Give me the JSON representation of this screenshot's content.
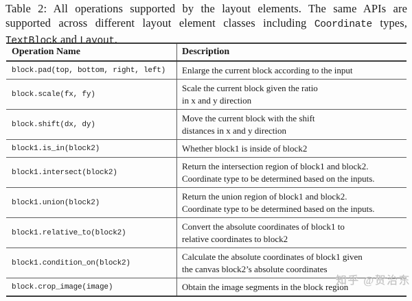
{
  "caption": {
    "line1": "Table 2: All operations supported by the layout elements. The same APIs are",
    "line2_pre": "supported across different layout element classes including",
    "line2_code": "Coordinate",
    "line2_post": "types,",
    "line3_code1": "TextBlock",
    "line3_mid": "and",
    "line3_code2": "Layout",
    "line3_post": "."
  },
  "table": {
    "headers": {
      "operation": "Operation Name",
      "description": "Description"
    },
    "rows": [
      {
        "op": "block.pad(top, bottom, right, left)",
        "desc": [
          "Enlarge the current block according to the input"
        ]
      },
      {
        "op": "block.scale(fx, fy)",
        "desc": [
          "Scale the current block given the ratio",
          "in x and y direction"
        ]
      },
      {
        "op": "block.shift(dx, dy)",
        "desc": [
          "Move the current block with the shift",
          "distances in x and y direction"
        ]
      },
      {
        "op": "block1.is_in(block2)",
        "desc": [
          "Whether block1 is inside of block2"
        ]
      },
      {
        "op": "block1.intersect(block2)",
        "desc": [
          "Return the intersection region of block1 and block2.",
          "Coordinate type to be determined based on the inputs."
        ]
      },
      {
        "op": "block1.union(block2)",
        "desc": [
          "Return the union region of block1 and block2.",
          "Coordinate type to be determined based on the inputs."
        ]
      },
      {
        "op": "block1.relative_to(block2)",
        "desc": [
          "Convert the absolute coordinates of block1 to",
          "relative coordinates to block2"
        ]
      },
      {
        "op": "block1.condition_on(block2)",
        "desc": [
          "Calculate the absolute coordinates of block1 given",
          "the canvas block2’s absolute coordinates"
        ]
      },
      {
        "op": "block.crop_image(image)",
        "desc": [
          "Obtain the image segments in the block region"
        ]
      }
    ]
  },
  "watermark": "知乎 @贺治东",
  "colors": {
    "background": "#fdfdfd",
    "text": "#1c1c1c",
    "rule_heavy": "#3a3a3a",
    "rule_light": "#5e5e5e",
    "watermark": "#b9b9b9"
  }
}
